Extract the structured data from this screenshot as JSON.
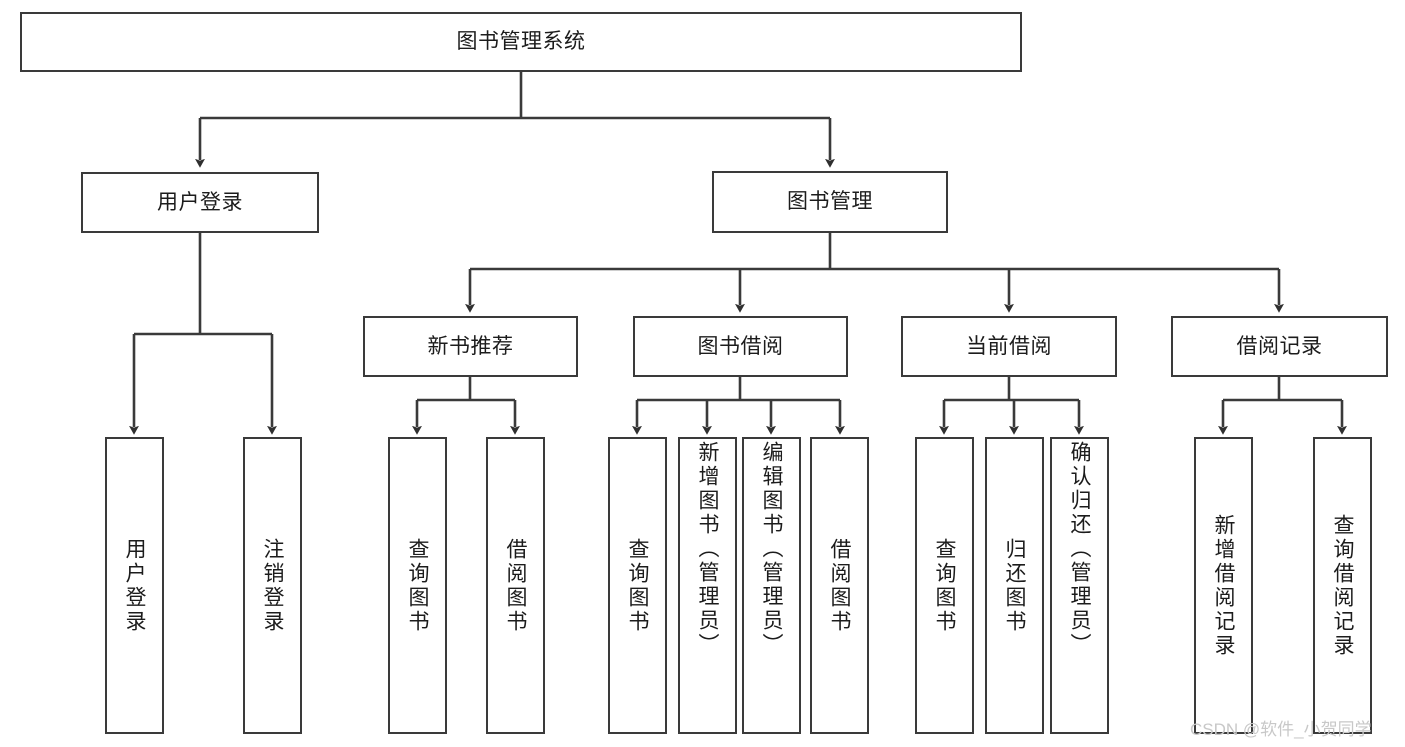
{
  "diagram": {
    "title": "图书管理系统",
    "type": "tree-hierarchy",
    "line_color": "#3a3a3a",
    "box_fill": "#ffffff",
    "text_color": "#1c1c1c"
  },
  "root": {
    "label": "图书管理系统"
  },
  "level2": [
    {
      "label": "用户登录"
    },
    {
      "label": "图书管理"
    }
  ],
  "level3": [
    {
      "label": "新书推荐"
    },
    {
      "label": "图书借阅"
    },
    {
      "label": "当前借阅"
    },
    {
      "label": "借阅记录"
    }
  ],
  "leaves": {
    "user_login": [
      {
        "label": "用户登录"
      },
      {
        "label": "注销登录"
      }
    ],
    "new_book": [
      {
        "label": "查询图书"
      },
      {
        "label": "借阅图书"
      }
    ],
    "book_borrow": [
      {
        "label": "查询图书"
      },
      {
        "label": "新增图书（管理员）"
      },
      {
        "label": "编辑图书（管理员）"
      },
      {
        "label": "借阅图书"
      }
    ],
    "current_borrow": [
      {
        "label": "查询图书"
      },
      {
        "label": "归还图书"
      },
      {
        "label": "确认归还（管理员）"
      }
    ],
    "borrow_record": [
      {
        "label": "新增借阅记录"
      },
      {
        "label": "查询借阅记录"
      }
    ]
  },
  "watermark": {
    "text": "CSDN @软件_小贺同学",
    "color": "#c8c8c8"
  }
}
